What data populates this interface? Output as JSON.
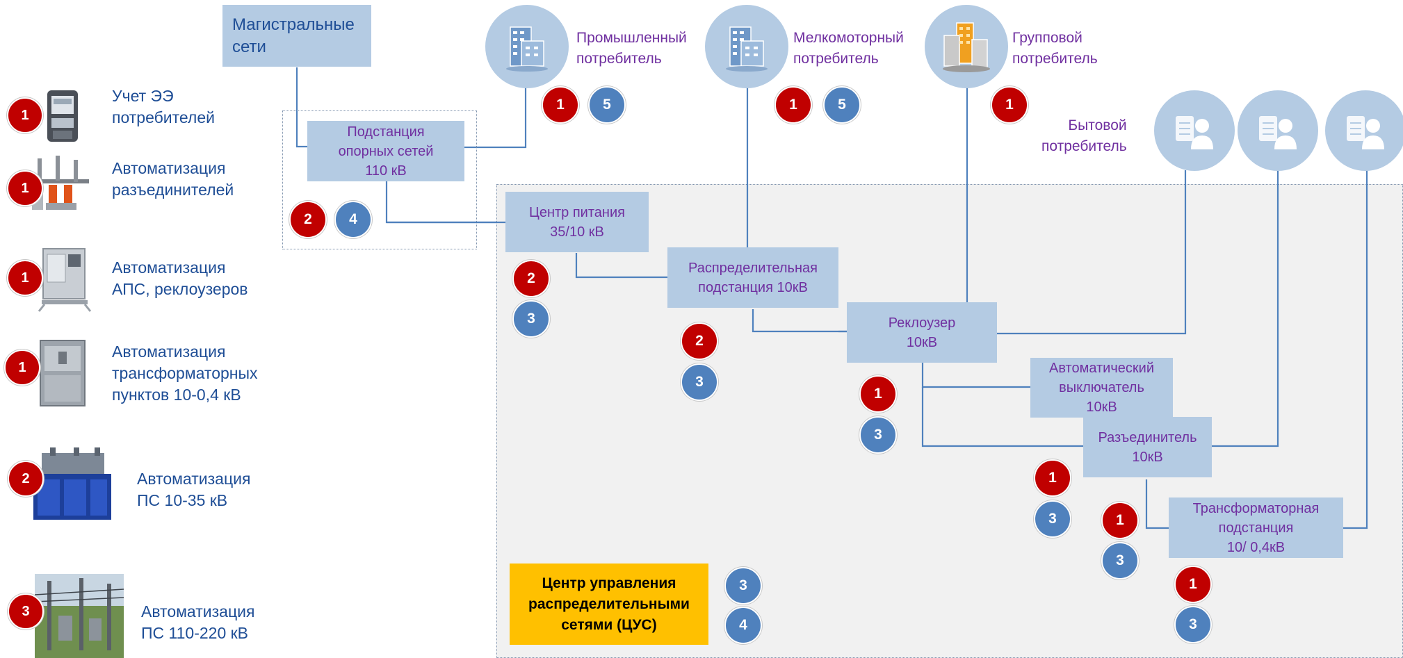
{
  "legend": [
    {
      "badge": "1",
      "color": "#c00000",
      "label": "Учет ЭЭ\nпотребителей",
      "icon": "electricity-meter-icon"
    },
    {
      "badge": "1",
      "color": "#c00000",
      "label": "Автоматизация\nразъединителей",
      "icon": "disconnector-icon"
    },
    {
      "badge": "1",
      "color": "#c00000",
      "label": "Автоматизация\nАПС, реклоузеров",
      "icon": "recloser-cabinet-icon"
    },
    {
      "badge": "1",
      "color": "#c00000",
      "label": "Автоматизация\nтрансформаторных\nпунктов 10-0,4 кВ",
      "icon": "transformer-point-icon"
    },
    {
      "badge": "2",
      "color": "#c00000",
      "label": "Автоматизация\nПС 10-35 кВ",
      "icon": "substation-block-icon"
    },
    {
      "badge": "3",
      "color": "#c00000",
      "label": "Автоматизация\nПС 110-220 кВ",
      "icon": "hv-substation-photo"
    }
  ],
  "nodes": {
    "trunk": "Магистральные\nсети",
    "substation110": "Подстанция\nопорных сетей\n110 кВ",
    "power_center": "Центр питания\n35/10 кВ",
    "distribution": "Распределительная\nподстанция 10кВ",
    "recloser": "Реклоузер\n10кВ",
    "breaker": "Автоматический\nвыключатель\n10кВ",
    "disconnector": "Разъединитель\n10кВ",
    "transformer": "Трансформаторная\nподстанция\n10/ 0,4кВ",
    "control_center": "Центр управления\nраспределительными\nсетями (ЦУС)"
  },
  "consumers": {
    "industrial": {
      "label": "Промышленный\nпотребитель",
      "icon": "office-building-icon"
    },
    "small_motor": {
      "label": "Мелкомоторный\nпотребитель",
      "icon": "office-building-icon"
    },
    "group": {
      "label": "Групповой\nпотребитель",
      "icon": "towers-icon"
    },
    "household": {
      "label": "Бытовой\nпотребитель",
      "icon": "person-document-icon"
    }
  },
  "badges": {
    "industrial": [
      "1",
      "5"
    ],
    "small_motor": [
      "1",
      "5"
    ],
    "group": [
      "1"
    ],
    "substation110": [
      "2",
      "4"
    ],
    "power_center": [
      "2",
      "3"
    ],
    "distribution": [
      "2",
      "3"
    ],
    "recloser": [
      "1",
      "3"
    ],
    "disconnector": [
      "1",
      "3"
    ],
    "transformer_left": [
      "1",
      "3"
    ],
    "transformer": [
      "1",
      "3"
    ],
    "control_center": [
      "3",
      "4"
    ]
  },
  "colors": {
    "red_badge": "#c00000",
    "blue_badge": "#4f81bd",
    "node_fill": "#b4cbe3",
    "node_text": "#7030a0",
    "legend_text": "#1f4e96",
    "control_center_fill": "#ffc000",
    "wire": "#4f81bd"
  }
}
